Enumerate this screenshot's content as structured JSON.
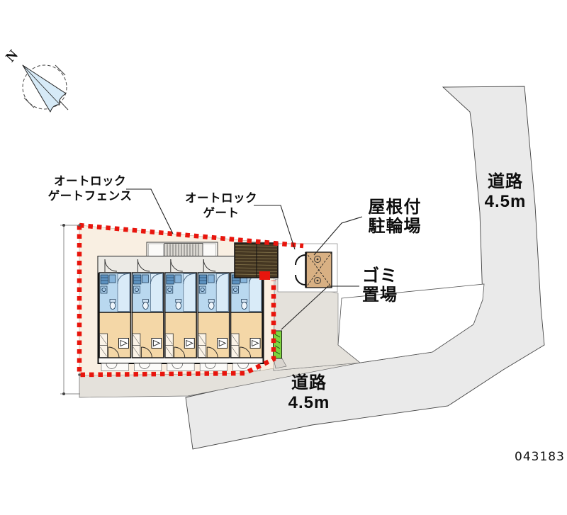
{
  "plan": {
    "id_number": "043183",
    "compass": {
      "north_label": "N"
    },
    "building": {
      "unit_count": 5
    },
    "labels": {
      "gate_fence": {
        "line1": "オートロック",
        "line2": "ゲートフェンス"
      },
      "gate": {
        "line1": "オートロック",
        "line2": "ゲート"
      },
      "bicycle": {
        "line1": "屋根付",
        "line2": "駐輪場"
      },
      "garbage": {
        "line1": "ゴミ",
        "line2": "置場"
      },
      "road_right": {
        "line1": "道路",
        "line2": "4.5m"
      },
      "road_bottom": {
        "line1": "道路",
        "line2": "4.5m"
      }
    },
    "colors": {
      "fence_red": "#e8150d",
      "road_fill": "#eaeaea",
      "sidewalk_fill": "#e4e1db",
      "property_fill": "#f9efe2",
      "unit_wet_fill": "#b9d8ef",
      "unit_room_fill": "#f4d7a7",
      "gate_fill": "#453722",
      "bike_fill": "#d8b083",
      "garbage_fill": "#7ed43e",
      "compass_fan": "#d6eaf7",
      "outline": "#222222"
    }
  }
}
